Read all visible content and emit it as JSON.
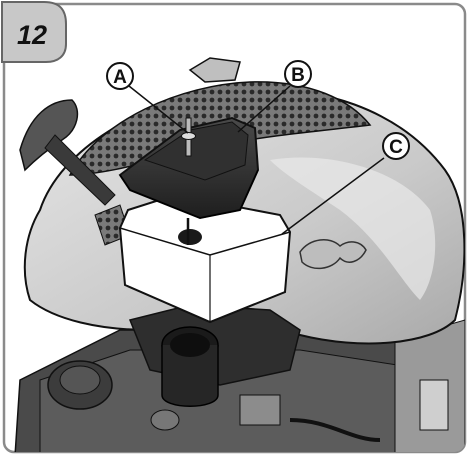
{
  "figure": {
    "number": "12"
  },
  "callouts": [
    {
      "id": "A",
      "label": "A"
    },
    {
      "id": "B",
      "label": "B"
    },
    {
      "id": "C",
      "label": "C"
    }
  ],
  "colors": {
    "frame_border": "#8a8a8a",
    "badge_fill": "#c8c8c8",
    "engine_light": "#d9d9d9",
    "engine_mid": "#bfbfbf",
    "engine_dark": "#3a3a3a",
    "cover_dark": "#2b2b2b",
    "filter_white": "#ffffff",
    "outline": "#111111"
  }
}
